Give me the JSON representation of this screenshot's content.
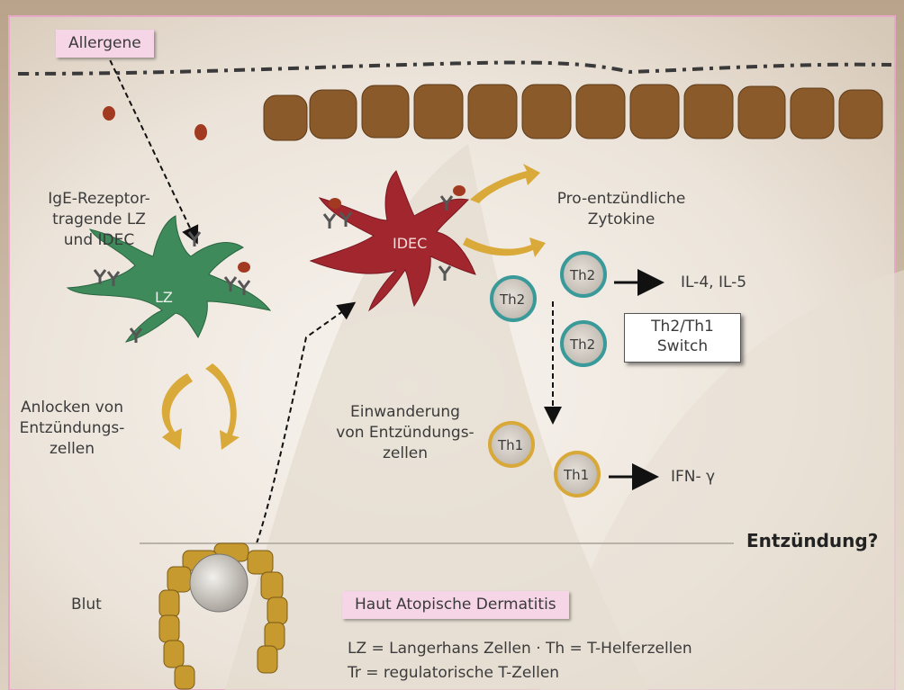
{
  "labels": {
    "allergene": "Allergene",
    "ige_receptor": [
      "IgE-Rezeptor-",
      "tragende LZ",
      "und IDEC"
    ],
    "pro_entz": [
      "Pro-entzündliche",
      "Zytokine"
    ],
    "anlocken": [
      "Anlocken von",
      "Entzündungs-",
      "zellen"
    ],
    "einwanderung": [
      "Einwanderung",
      "von Entzündungs-",
      "zellen"
    ],
    "blut": "Blut",
    "haut": "Haut Atopische Dermatitis",
    "entzuendung": "Entzündung?",
    "il": "IL-4, IL-5",
    "ifn": "IFN- γ",
    "switch": [
      "Th2/Th1",
      "Switch"
    ],
    "legend": [
      "LZ = Langerhans Zellen · Th = T-Helferzellen",
      "Tr = regulatorische T-Zellen"
    ]
  },
  "cells": {
    "lz": "LZ",
    "idec": "IDEC",
    "th2": "Th2",
    "th1": "Th1"
  },
  "colors": {
    "skin_bg": "#f1ece6",
    "border": "#e8a9c8",
    "pink_label": "#f6d5e6",
    "brown_cell": "#8a5a2b",
    "lz_green": "#3f8a5a",
    "idec_red": "#a2262e",
    "arrow_gold": "#d9a93a",
    "th2_ring": "#3a9a9a",
    "th1_ring": "#d8a838",
    "blood_yellow": "#c69a2e"
  }
}
